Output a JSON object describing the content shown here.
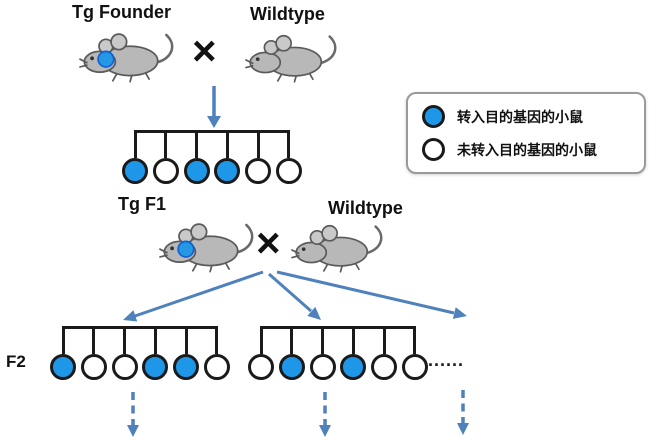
{
  "colors": {
    "tg_fill": "#1e97e8",
    "arrow_color": "#4f81bd",
    "mouse_fill": "#b8b8b8",
    "outline": "#1a1a1a"
  },
  "legend": {
    "items": [
      {
        "type": "tg",
        "label": "转入目的基因的小鼠"
      },
      {
        "type": "wt",
        "label": "未转入目的基因的小鼠"
      }
    ]
  },
  "gen1": {
    "parent1": "Tg Founder",
    "parent1_type": "tg",
    "parent2": "Wildtype",
    "parent2_type": "wt",
    "cross": "×",
    "offspring": [
      "tg",
      "wt",
      "tg",
      "tg",
      "wt",
      "wt"
    ]
  },
  "gen2": {
    "parent1": "Tg F1",
    "parent1_type": "tg",
    "parent2": "Wildtype",
    "parent2_type": "wt",
    "cross": "×",
    "row_label": "F2",
    "litters": [
      [
        "tg",
        "wt",
        "wt",
        "tg",
        "tg",
        "wt"
      ],
      [
        "wt",
        "tg",
        "wt",
        "tg",
        "wt",
        "wt"
      ]
    ],
    "ellipsis": "......"
  }
}
